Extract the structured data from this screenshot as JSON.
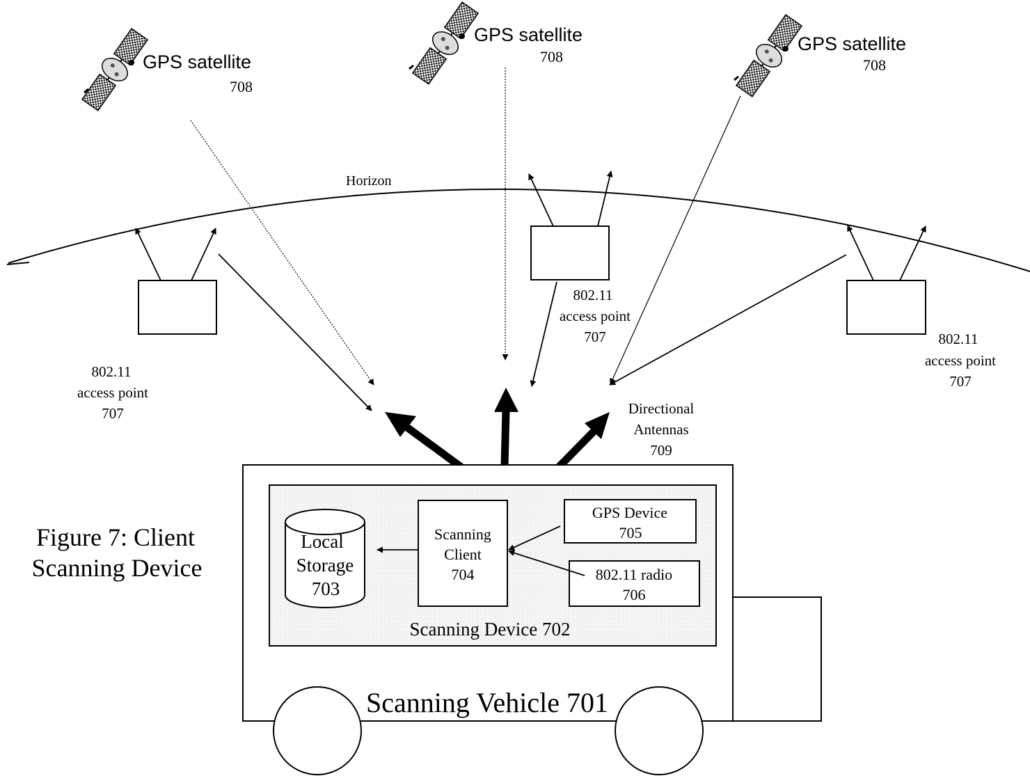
{
  "figure": {
    "caption_line1": "Figure 7: Client",
    "caption_line2": "Scanning Device"
  },
  "satellites": [
    {
      "label": "GPS satellite",
      "number": "708"
    },
    {
      "label": "GPS satellite",
      "number": "708"
    },
    {
      "label": "GPS satellite",
      "number": "708"
    }
  ],
  "horizon": {
    "label": "Horizon"
  },
  "access_points": [
    {
      "line1": "802.11",
      "line2": "access point",
      "number": "707"
    },
    {
      "line1": "802.11",
      "line2": "access point",
      "number": "707"
    },
    {
      "line1": "802.11",
      "line2": "access point",
      "number": "707"
    }
  ],
  "antennas": {
    "line1": "Directional",
    "line2": "Antennas",
    "number": "709"
  },
  "vehicle": {
    "label": "Scanning Vehicle 701"
  },
  "device": {
    "label": "Scanning Device 702",
    "local_storage": {
      "line1": "Local",
      "line2": "Storage",
      "number": "703"
    },
    "scanning_client": {
      "line1": "Scanning",
      "line2": "Client",
      "number": "704"
    },
    "gps_device": {
      "line1": "GPS Device",
      "number": "705"
    },
    "radio": {
      "line1": "802.11 radio",
      "number": "706"
    }
  }
}
